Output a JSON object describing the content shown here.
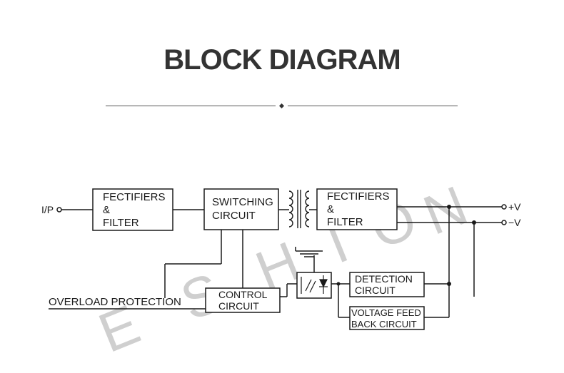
{
  "title": "BLOCK DIAGRAM",
  "watermark": [
    "E",
    "S",
    "H",
    "I",
    "O",
    "N"
  ],
  "blocks": {
    "rectifier_in": [
      "FECTIFIERS",
      "&",
      "FILTER"
    ],
    "switching": [
      "SWITCHING",
      "CIRCUIT"
    ],
    "rectifier_out": [
      "FECTIFIERS",
      "&",
      "FILTER"
    ],
    "control": [
      "CONTROL",
      "CIRCUIT"
    ],
    "detection": [
      "DETECTION",
      "CIRCUIT"
    ],
    "voltage_feedback": [
      "VOLTAGE FEED",
      "BACK CIRCUIT"
    ]
  },
  "labels": {
    "input": "I/P",
    "overload": "OVERLOAD PROTECTION",
    "v_plus": "+V",
    "v_minus": "−V"
  }
}
